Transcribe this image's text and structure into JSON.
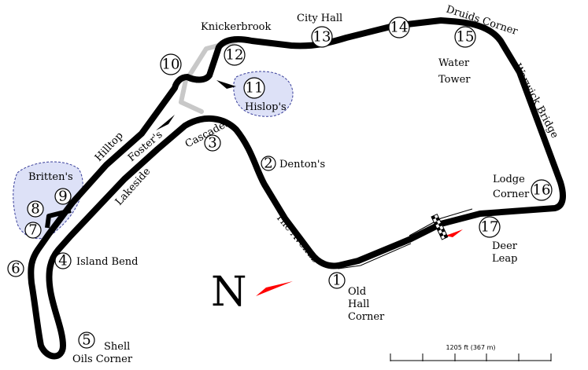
{
  "circuit": {
    "colors": {
      "track": "#000000",
      "old_track": "#c8c8c8",
      "highlight_fill": "#dde1f7",
      "highlight_stroke": "#3a3f9a",
      "north_arrow": "#ff0000",
      "finish_flag": "#000000"
    },
    "corners": [
      {
        "number": "1",
        "name": "Old\nHall\nCorner"
      },
      {
        "number": "2",
        "name": "Denton's"
      },
      {
        "number": "3",
        "name": "Cascades"
      },
      {
        "number": "4",
        "name": "Island Bend"
      },
      {
        "number": "5",
        "name": "Shell\nOils Corner"
      },
      {
        "number": "6",
        "name": ""
      },
      {
        "number": "7",
        "name": ""
      },
      {
        "number": "8",
        "name": ""
      },
      {
        "number": "9",
        "name": ""
      },
      {
        "number": "10",
        "name": ""
      },
      {
        "number": "11",
        "name": "Hislop's"
      },
      {
        "number": "12",
        "name": "Knickerbrook"
      },
      {
        "number": "13",
        "name": "City Hall"
      },
      {
        "number": "14",
        "name": ""
      },
      {
        "number": "15",
        "name": "Water\nTower"
      },
      {
        "number": "16",
        "name": "Lodge\nCorner"
      },
      {
        "number": "17",
        "name": "Deer\nLeap"
      }
    ],
    "straights": {
      "hilltop": "Hilltop",
      "fosters": "Foster's",
      "lakeside": "Lakeside",
      "the_avenue": "The Avenue",
      "druids_corner": "Druids Corner",
      "warwick_bridge": "Warwick Bridge",
      "brittens": "Britten's"
    },
    "north_label": "N",
    "scale_label": "1205 ft (367 m)"
  }
}
